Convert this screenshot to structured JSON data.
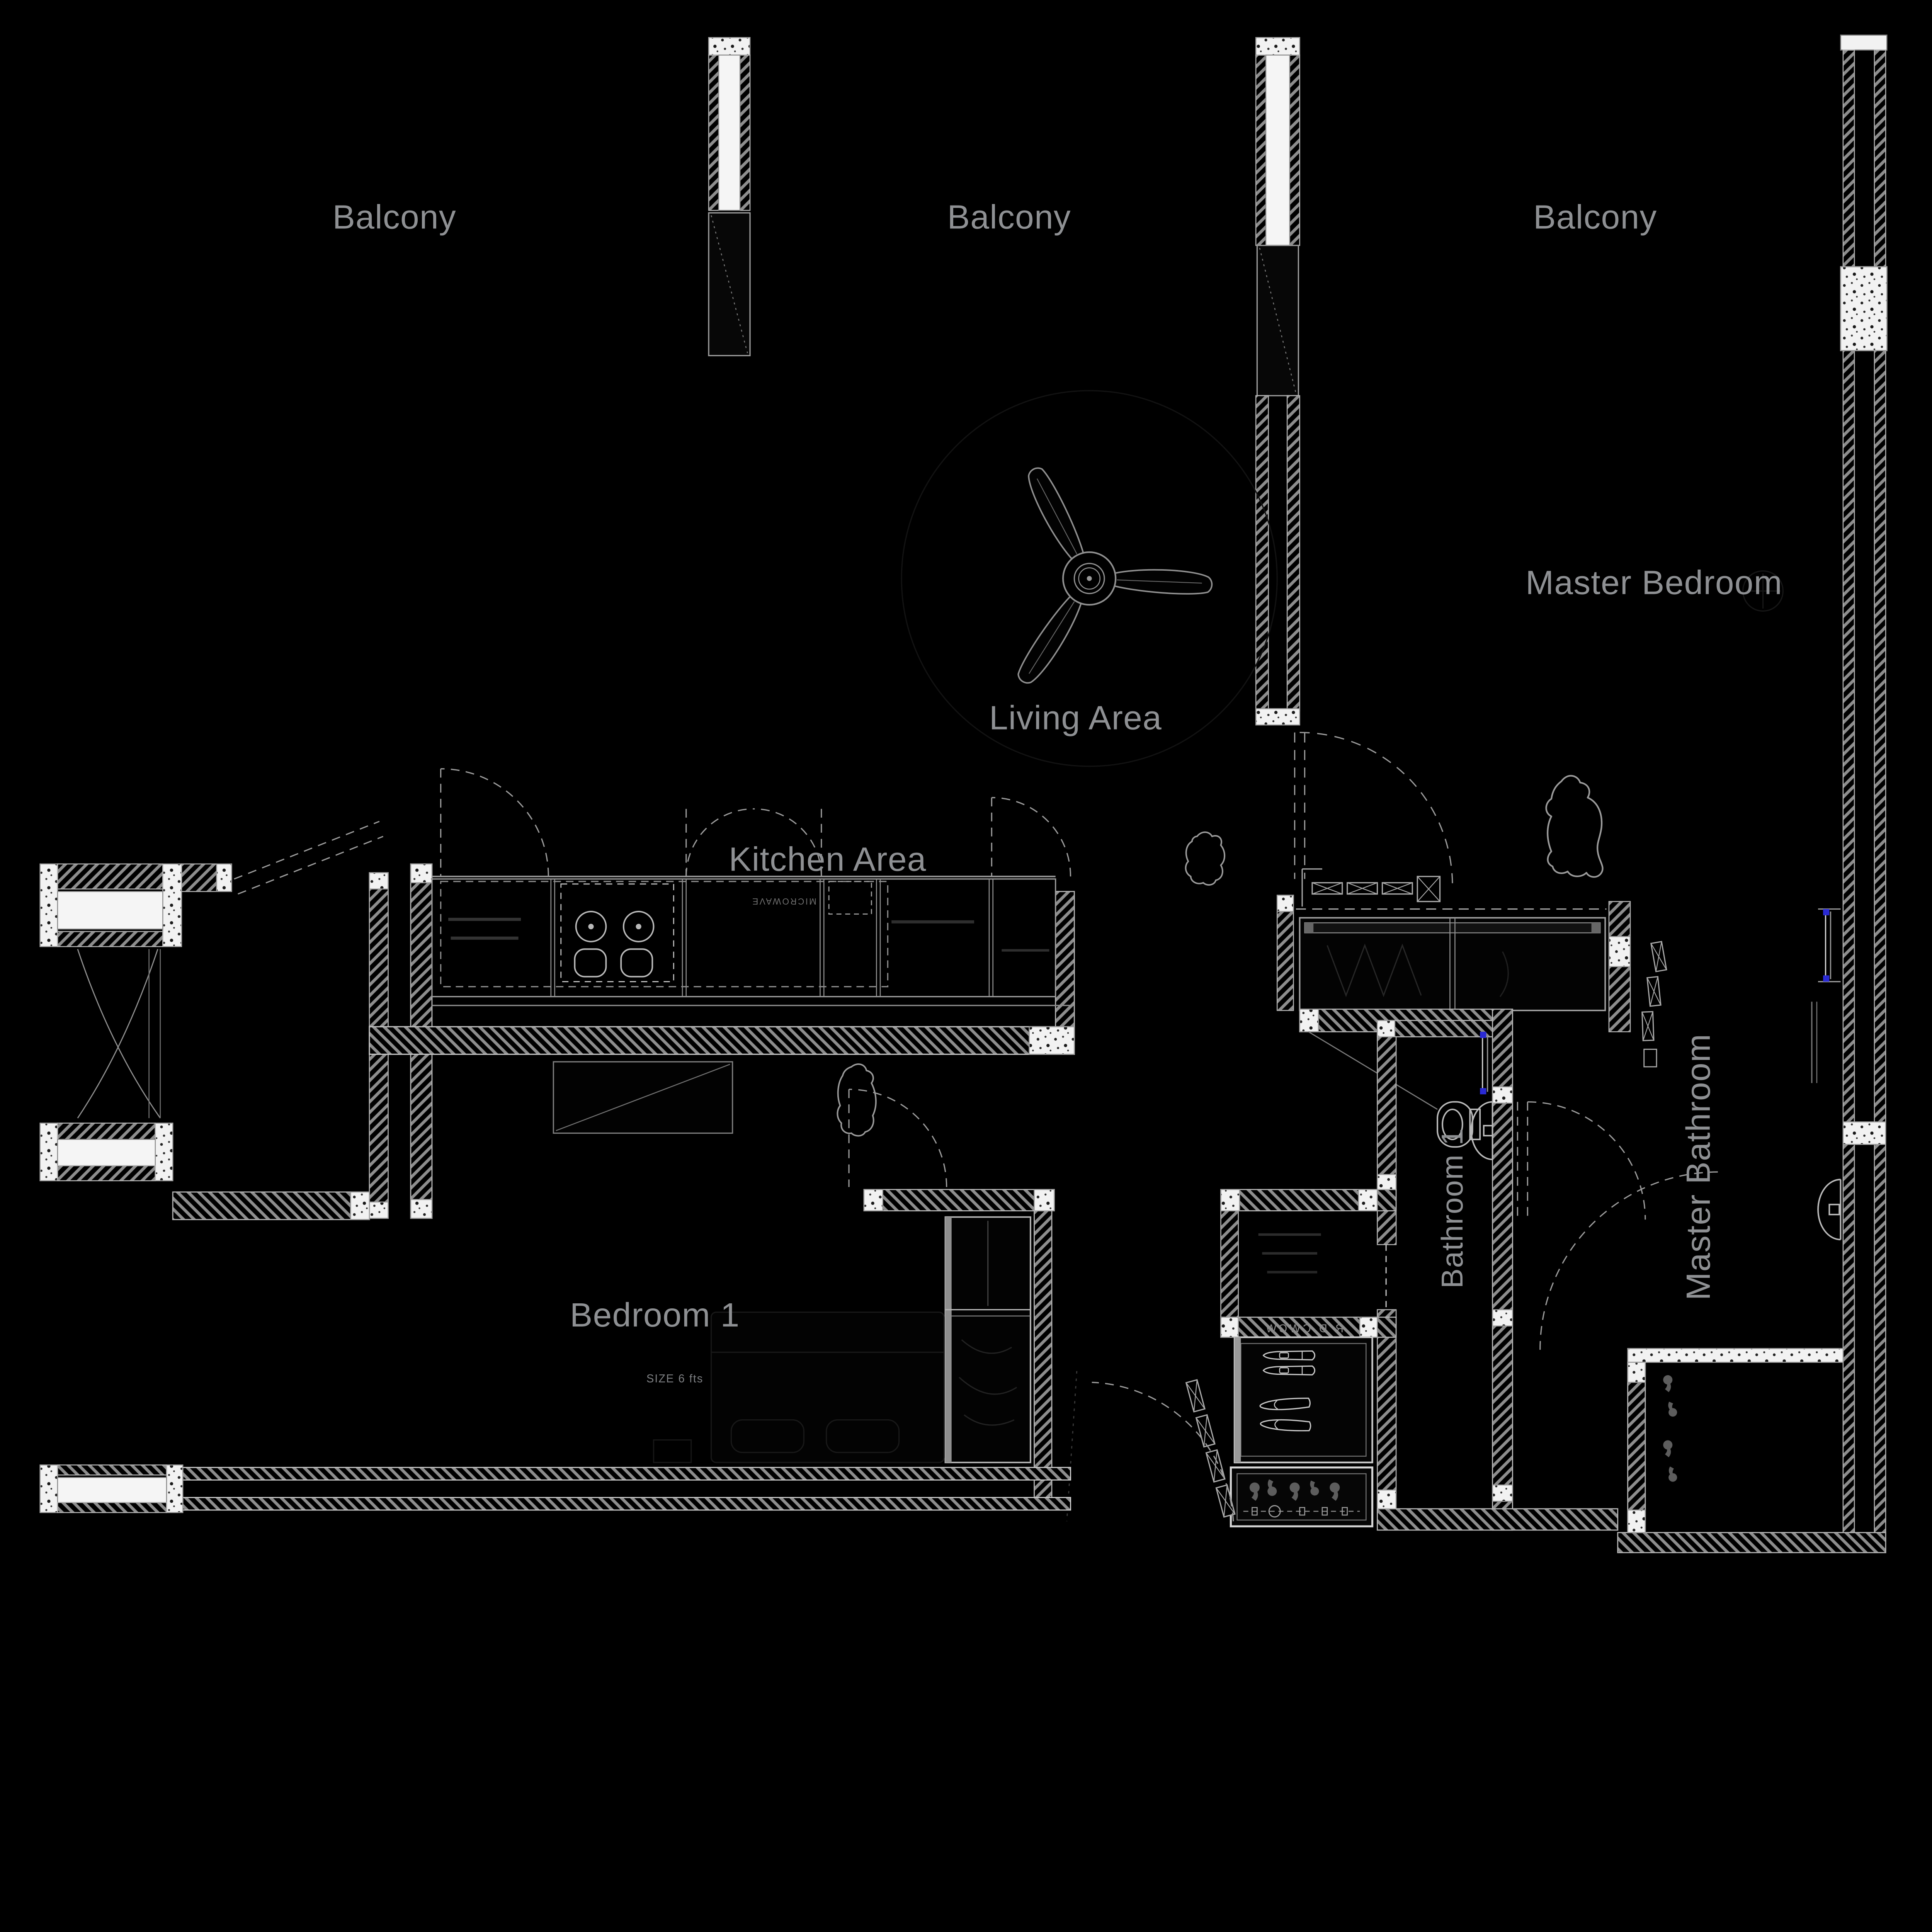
{
  "rooms": {
    "balcony_1": "Balcony",
    "balcony_2": "Balcony",
    "balcony_3": "Balcony",
    "master_bedroom": "Master Bedroom",
    "living_area": "Living Area",
    "kitchen_area": "Kitchen Area",
    "bedroom_1": "Bedroom 1",
    "bathroom_1": "Bathroom 1",
    "master_bathroom": "Master Bathroom"
  },
  "annotations": {
    "bedroom1_size": "SIZE 6 fts",
    "kitchen_appliance_mirrored": "MICROWAVE",
    "utility_wall_mirrored": "R D CWCW"
  },
  "symbols": [
    "ceiling-fan-icon",
    "double-sink-icon",
    "toilet-icon",
    "wash-basin-icon",
    "shower-glass-icon",
    "shoe-pair-icon",
    "slipper-pair-icon",
    "dog-silhouette-icon",
    "cat-silhouette-icon",
    "door-swing-arc",
    "folding-door-icon",
    "window-glazing",
    "concrete-column"
  ],
  "colors": {
    "background": "#000000",
    "wall_hatch": "#8d8d8d",
    "wall_edge": "#b3b3b3",
    "glass_white": "#f5f5f5",
    "label_text": "#8e9093",
    "dashed_door": "#9a9a9a",
    "accent_blue": "#2a2ad4",
    "faint_furniture": "#1a1a1a"
  }
}
